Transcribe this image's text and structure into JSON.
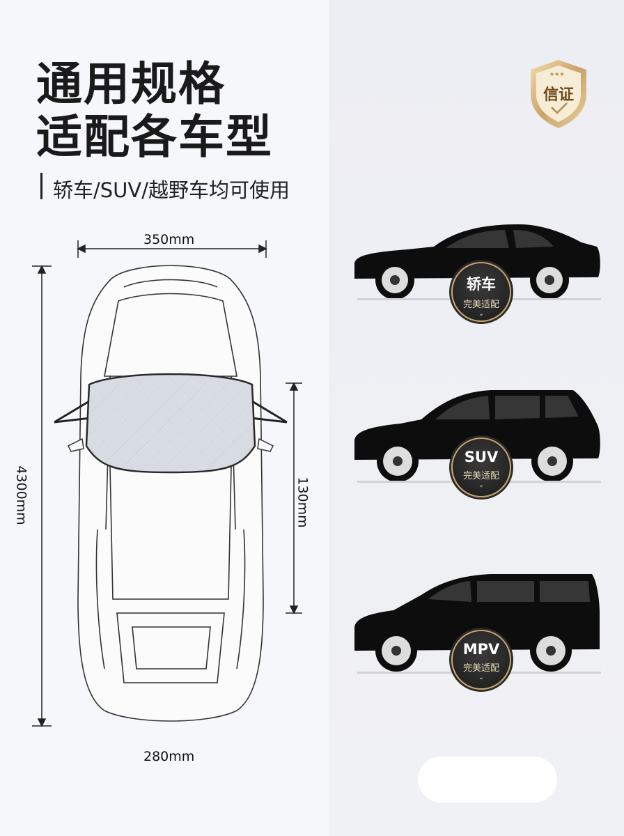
{
  "headline": {
    "line1": "通用规格",
    "line2": "适配各车型",
    "subtitle": "轿车/SUV/越野车均可使用"
  },
  "badge": {
    "text": "信证",
    "icon": "shield-badge-icon"
  },
  "dimensions": {
    "top_width": "350mm",
    "bottom_width": "280mm",
    "length": "4300mm",
    "height": "130mm"
  },
  "vehicles": [
    {
      "type": "轿车",
      "fit": "完美适配",
      "icon": "sedan-silhouette-icon"
    },
    {
      "type": "SUV",
      "fit": "完美适配",
      "icon": "suv-silhouette-icon"
    },
    {
      "type": "MPV",
      "fit": "完美适配",
      "icon": "mpv-silhouette-icon"
    }
  ],
  "colors": {
    "gold": "#c9a46a",
    "dark": "#1b1b1b",
    "cover_silver": "#d7dbe2"
  }
}
